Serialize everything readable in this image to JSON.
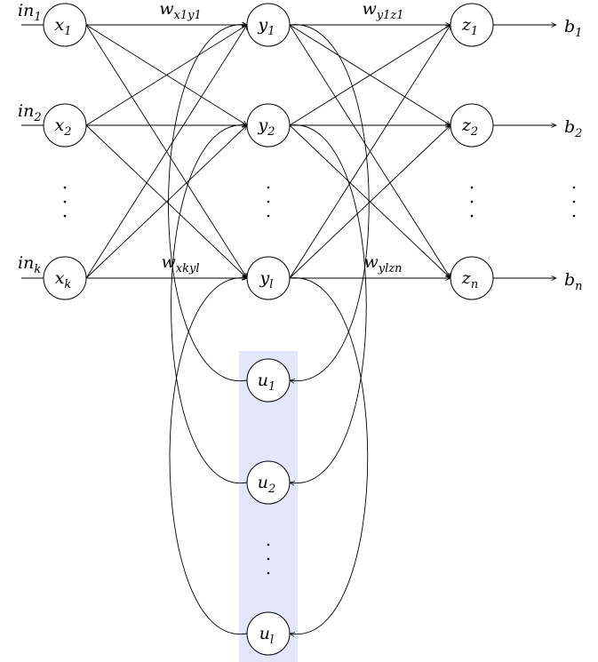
{
  "colors": {
    "context_band": "#e4e6fc",
    "stroke": "#000000"
  },
  "nodes": {
    "inputs": [
      {
        "id": "x1",
        "base": "x",
        "sub": "1"
      },
      {
        "id": "x2",
        "base": "x",
        "sub": "2"
      },
      {
        "id": "xk",
        "base": "x",
        "sub": "k"
      }
    ],
    "hidden": [
      {
        "id": "y1",
        "base": "y",
        "sub": "1"
      },
      {
        "id": "y2",
        "base": "y",
        "sub": "2"
      },
      {
        "id": "yl",
        "base": "y",
        "sub": "l"
      }
    ],
    "outputs": [
      {
        "id": "z1",
        "base": "z",
        "sub": "1"
      },
      {
        "id": "z2",
        "base": "z",
        "sub": "2"
      },
      {
        "id": "zn",
        "base": "z",
        "sub": "n"
      }
    ],
    "context": [
      {
        "id": "u1",
        "base": "u",
        "sub": "1"
      },
      {
        "id": "u2",
        "base": "u",
        "sub": "2"
      },
      {
        "id": "ul",
        "base": "u",
        "sub": "l"
      }
    ]
  },
  "input_labels": [
    {
      "base": "in",
      "sub": "1"
    },
    {
      "base": "in",
      "sub": "2"
    },
    {
      "base": "in",
      "sub": "k"
    }
  ],
  "output_labels": [
    {
      "base": "b",
      "sub": "1"
    },
    {
      "base": "b",
      "sub": "2"
    },
    {
      "base": "b",
      "sub": "n"
    }
  ],
  "weight_labels": [
    {
      "base": "w",
      "sub": "x1y1"
    },
    {
      "base": "w",
      "sub": "y1z1"
    },
    {
      "base": "w",
      "sub": "xkyl"
    },
    {
      "base": "w",
      "sub": "ylzn"
    }
  ]
}
